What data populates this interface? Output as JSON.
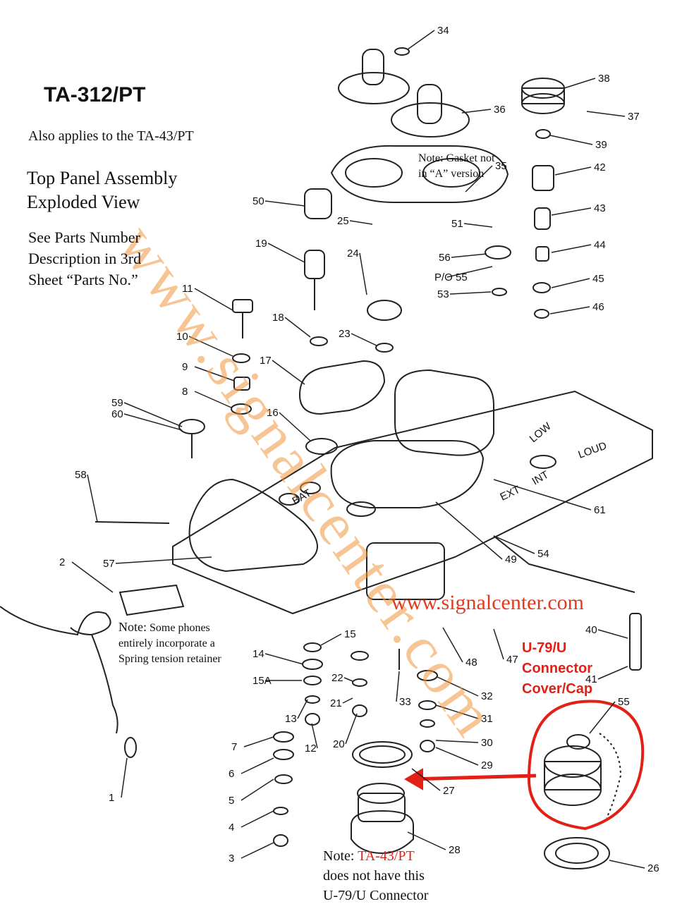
{
  "title": "TA-312/PT",
  "applies_note": "Also applies to the TA-43/PT",
  "heading_line1": "Top Panel Assembly",
  "heading_line2": "Exploded View",
  "see_parts_line1": "See Parts Number",
  "see_parts_line2": "Description in 3rd",
  "see_parts_line3": "Sheet “Parts No.”",
  "gasket_note_line1": "Note: Gasket not",
  "gasket_note_line2": "in “A” version",
  "spring_note_prefix": "Note:",
  "spring_note_line1": "Some phones",
  "spring_note_line2": "entirely incorporate a",
  "spring_note_line3": "Spring tension retainer",
  "watermark": "www.signalcenter.com",
  "site_url": "www.signalcenter.com",
  "connector_label_line1": "U-79/U",
  "connector_label_line2": "Connector",
  "connector_label_line3": "Cover/Cap",
  "bottom_note_prefix": "Note:",
  "bottom_note_model": "TA-43/PT",
  "bottom_note_line2": "does not have this",
  "bottom_note_line3": "U-79/U Connector",
  "panel_markings": [
    "BAT",
    "LOW",
    "LOUD",
    "EXT",
    "INT"
  ],
  "colors": {
    "accent_red": "#e22016",
    "watermark_orange": "#f0963c"
  },
  "part_numbers": [
    "1",
    "2",
    "3",
    "4",
    "5",
    "6",
    "7",
    "8",
    "9",
    "10",
    "11",
    "12",
    "13",
    "14",
    "15",
    "15A",
    "16",
    "17",
    "18",
    "19",
    "20",
    "21",
    "22",
    "23",
    "24",
    "25",
    "26",
    "27",
    "28",
    "29",
    "30",
    "31",
    "32",
    "33",
    "34",
    "35",
    "36",
    "37",
    "38",
    "39",
    "40",
    "41",
    "42",
    "43",
    "44",
    "45",
    "46",
    "47",
    "48",
    "49",
    "50",
    "51",
    "53",
    "54",
    "55",
    "P/O 55",
    "56",
    "57",
    "58",
    "59",
    "60",
    "61"
  ]
}
